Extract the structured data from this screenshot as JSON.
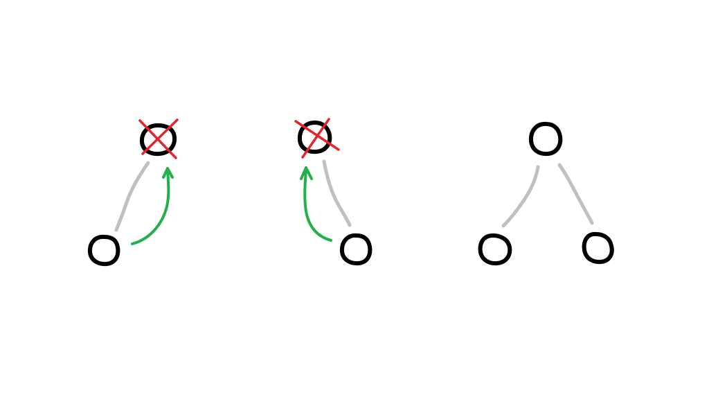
{
  "colors": {
    "background": "#ffffff",
    "node": "#000000",
    "edge": "#c0c0c0",
    "removed_mark": "#e3242b",
    "move_arrow": "#22b04b"
  },
  "diagrams": [
    {
      "name": "left-child-replaces-parent",
      "root_removed": true,
      "child_side": "left",
      "arrow_direction": "child-to-root"
    },
    {
      "name": "right-child-replaces-parent",
      "root_removed": true,
      "child_side": "right",
      "arrow_direction": "child-to-root"
    },
    {
      "name": "node-with-two-children",
      "root_removed": false,
      "child_side": "both",
      "arrow_direction": "none"
    }
  ]
}
